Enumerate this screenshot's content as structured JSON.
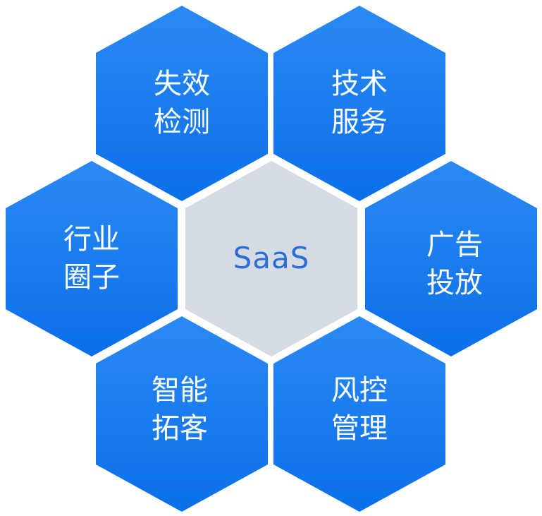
{
  "diagram": {
    "center": {
      "label": "SaaS",
      "fill": "#d5dbe2"
    },
    "colors": {
      "hex_blue": "#1a7df0",
      "hex_blue_light": "#2f8ef5",
      "label": "#ffffff",
      "center_text": "#2b6fd6"
    },
    "items": [
      {
        "id": "invalid-detection",
        "line1": "失效",
        "line2": "检测"
      },
      {
        "id": "tech-service",
        "line1": "技术",
        "line2": "服务"
      },
      {
        "id": "industry-circle",
        "line1": "行业",
        "line2": "圈子"
      },
      {
        "id": "ad-delivery",
        "line1": "广告",
        "line2": "投放"
      },
      {
        "id": "smart-acquisition",
        "line1": "智能",
        "line2": "拓客"
      },
      {
        "id": "risk-management",
        "line1": "风控",
        "line2": "管理"
      }
    ]
  }
}
